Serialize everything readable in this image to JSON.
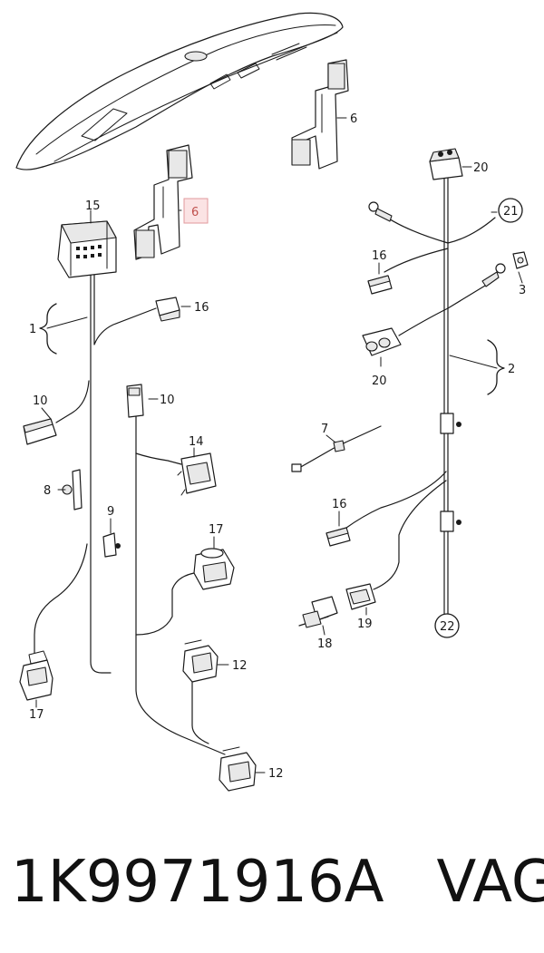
{
  "labels": {
    "l1": "1",
    "l2": "2",
    "l3": "3",
    "l6a": "6",
    "l6b": "6",
    "l7": "7",
    "l8": "8",
    "l9": "9",
    "l10a": "10",
    "l10b": "10",
    "l12a": "12",
    "l12b": "12",
    "l14": "14",
    "l15": "15",
    "l16a": "16",
    "l16b": "16",
    "l16c": "16",
    "l17a": "17",
    "l17b": "17",
    "l18": "18",
    "l19": "19",
    "l20a": "20",
    "l20b": "20",
    "l21": "21",
    "l22": "22"
  },
  "highlight": {
    "label": "l6b",
    "color": "#c0504d",
    "fill": "#fbe3e4"
  },
  "caption": {
    "part_number": "1K9971916A",
    "brand": "VAG"
  }
}
